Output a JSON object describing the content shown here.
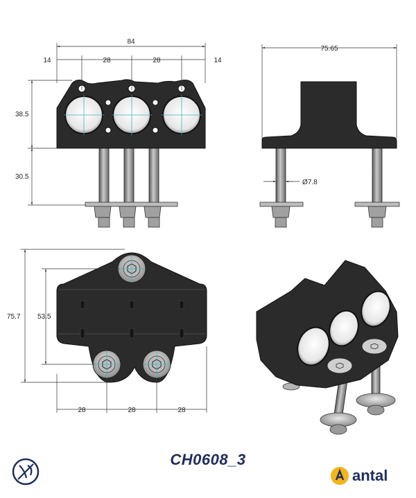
{
  "drawing": {
    "part_number": "CH0608_3",
    "brand": "antal",
    "dimensions": {
      "front_total_width": "84",
      "front_edge_left": "14",
      "front_pitch_1": "28",
      "front_pitch_2": "28",
      "front_edge_right": "14",
      "front_body_height": "38.5",
      "front_bolt_length": "30.5",
      "side_total_width": "75.65",
      "side_bolt_diameter": "Ø7.8",
      "top_total_depth": "75.7",
      "top_inner_depth": "53.5",
      "top_pitch_1": "28",
      "top_pitch_2": "28",
      "top_pitch_3": "28"
    }
  },
  "colors": {
    "body": "#2b2b2b",
    "metal": "#a9a9a9",
    "bore_highlight": "#3bb6c6",
    "brand_navy": "#1f2d5c",
    "brand_yellow": "#f2b51c"
  },
  "icons": {
    "standard_logo": "ex-logo-icon",
    "brand_logo": "antal-logo-icon"
  }
}
